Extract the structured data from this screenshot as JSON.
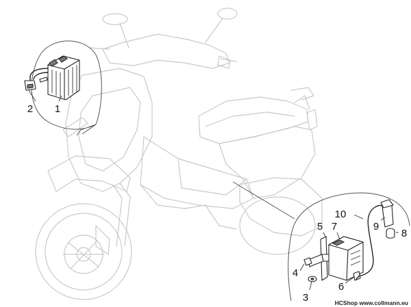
{
  "diagram": {
    "labels": {
      "part_1": "1",
      "part_2": "2",
      "part_3": "3",
      "part_4": "4",
      "part_5": "5",
      "part_6": "6",
      "part_7": "7",
      "part_8": "8",
      "part_9": "9",
      "part_10": "10"
    },
    "watermark": "HCShop www.collmann.eu"
  }
}
